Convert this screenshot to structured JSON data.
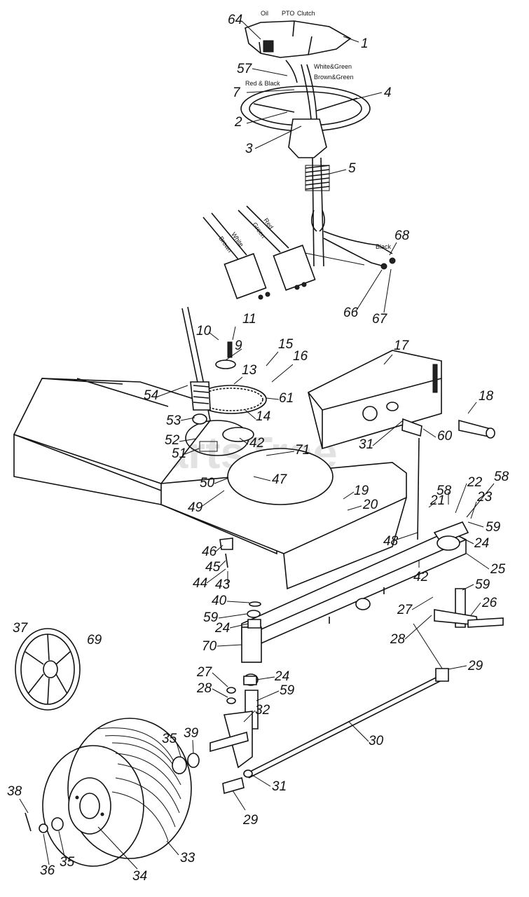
{
  "wire_labels": {
    "oil": "Oil",
    "pto": "PTO",
    "clutch": "Clutch",
    "white_green": "White&Green",
    "red_black": "Red & Black",
    "brown_green": "Brown&Green",
    "black": "Black",
    "white": "White",
    "brown": "Brown",
    "red": "Red",
    "green": "Green"
  },
  "watermark": "PartsTree",
  "part_labels": [
    "64",
    "1",
    "57",
    "7",
    "4",
    "2",
    "3",
    "5",
    "68",
    "66",
    "67",
    "11",
    "10",
    "9",
    "15",
    "16",
    "17",
    "13",
    "54",
    "61",
    "18",
    "53",
    "14",
    "52",
    "60",
    "31",
    "42",
    "51",
    "71",
    "50",
    "47",
    "19",
    "49",
    "20",
    "21",
    "58",
    "22",
    "58",
    "23",
    "59",
    "48",
    "24",
    "46",
    "45",
    "44",
    "43",
    "42",
    "25",
    "40",
    "59",
    "27",
    "59",
    "24",
    "26",
    "28",
    "70",
    "37",
    "69",
    "29",
    "27",
    "24",
    "28",
    "59",
    "32",
    "30",
    "35",
    "39",
    "31",
    "38",
    "29",
    "33",
    "36",
    "35",
    "34"
  ]
}
